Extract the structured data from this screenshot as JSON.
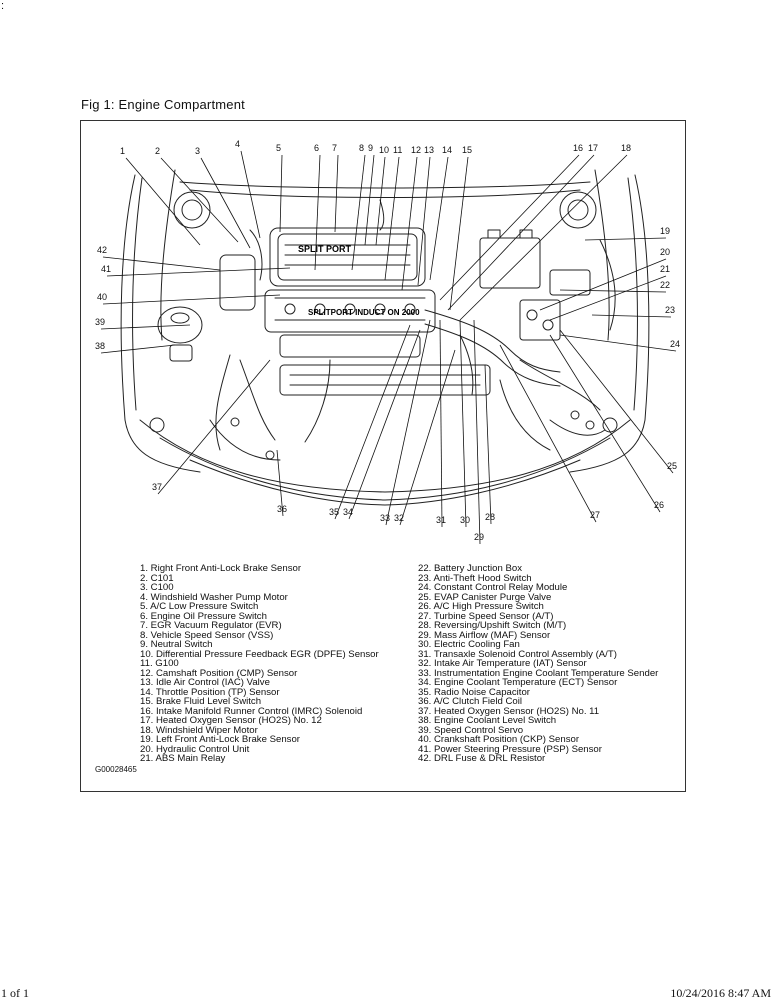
{
  "corner_mark": ":",
  "figure_title": "Fig 1: Engine Compartment",
  "figure_code": "G00028465",
  "diagram_text": {
    "brand_top": "SPLIT PORT",
    "brand_bottom": "SPLITPORT INDUCT ON 2000"
  },
  "callouts": [
    {
      "n": "1"
    },
    {
      "n": "2"
    },
    {
      "n": "3"
    },
    {
      "n": "4"
    },
    {
      "n": "5"
    },
    {
      "n": "6"
    },
    {
      "n": "7"
    },
    {
      "n": "8"
    },
    {
      "n": "9"
    },
    {
      "n": "10"
    },
    {
      "n": "11"
    },
    {
      "n": "12"
    },
    {
      "n": "13"
    },
    {
      "n": "14"
    },
    {
      "n": "15"
    },
    {
      "n": "16"
    },
    {
      "n": "17"
    },
    {
      "n": "18"
    },
    {
      "n": "19"
    },
    {
      "n": "20"
    },
    {
      "n": "21"
    },
    {
      "n": "22"
    },
    {
      "n": "23"
    },
    {
      "n": "24"
    },
    {
      "n": "25"
    },
    {
      "n": "26"
    },
    {
      "n": "27"
    },
    {
      "n": "28"
    },
    {
      "n": "29"
    },
    {
      "n": "30"
    },
    {
      "n": "31"
    },
    {
      "n": "32"
    },
    {
      "n": "33"
    },
    {
      "n": "34"
    },
    {
      "n": "35"
    },
    {
      "n": "36"
    },
    {
      "n": "37"
    },
    {
      "n": "38"
    },
    {
      "n": "39"
    },
    {
      "n": "40"
    },
    {
      "n": "41"
    },
    {
      "n": "42"
    }
  ],
  "legend_left": [
    "1. Right Front Anti-Lock Brake Sensor",
    "2. C101",
    "3. C100",
    "4. Windshield Washer Pump Motor",
    "5. A/C Low Pressure Switch",
    "6. Engine Oil Pressure Switch",
    "7. EGR Vacuum Regulator (EVR)",
    "8. Vehicle Speed Sensor (VSS)",
    "9. Neutral Switch",
    "10. Differential Pressure Feedback EGR (DPFE) Sensor",
    "11. G100",
    "12. Camshaft Position (CMP) Sensor",
    "13. Idle Air Control (IAC) Valve",
    "14. Throttle Position (TP) Sensor",
    "15. Brake Fluid Level Switch",
    "16. Intake Manifold Runner Control (IMRC) Solenoid",
    "17. Heated Oxygen Sensor (HO2S) No. 12",
    "18. Windshield Wiper Motor",
    "19. Left Front Anti-Lock Brake Sensor",
    "20. Hydraulic Control Unit",
    "21. ABS Main Relay"
  ],
  "legend_right": [
    "22. Battery Junction Box",
    "23. Anti-Theft Hood Switch",
    "24. Constant Control Relay Module",
    "25. EVAP Canister Purge Valve",
    "26. A/C High Pressure Switch",
    "27. Turbine Speed Sensor (A/T)",
    "28. Reversing/Upshift Switch (M/T)",
    "29. Mass Airflow (MAF) Sensor",
    "30. Electric Cooling Fan",
    "31. Transaxle Solenoid Control Assembly (A/T)",
    "32. Intake Air Temperature (IAT) Sensor",
    "33. Instrumentation Engine Coolant Temperature Sender",
    "34. Engine Coolant Temperature (ECT) Sensor",
    "35. Radio Noise Capacitor",
    "36. A/C Clutch Field Coil",
    "37. Heated Oxygen Sensor (HO2S) No. 11",
    "38. Engine Coolant Level Switch",
    "39. Speed Control Servo",
    "40. Crankshaft Position (CKP) Sensor",
    "41. Power Steering Pressure (PSP) Sensor",
    "42. DRL Fuse & DRL Resistor"
  ],
  "footer": {
    "page": "1 of 1",
    "timestamp": "10/24/2016 8:47 AM"
  }
}
